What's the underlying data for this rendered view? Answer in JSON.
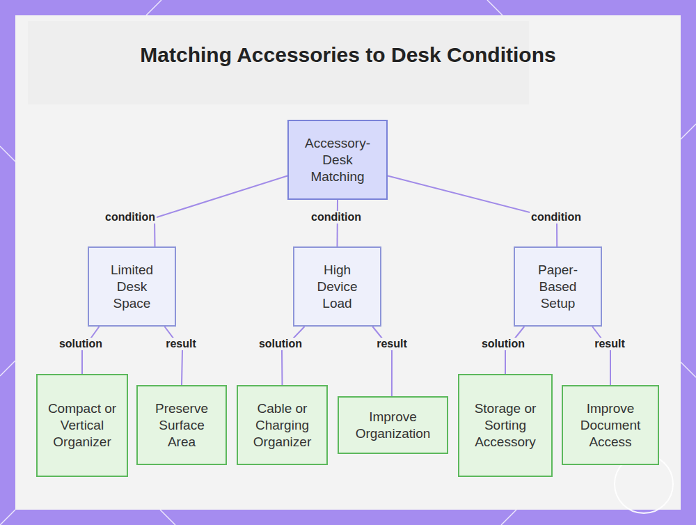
{
  "diagram": {
    "title": "Matching Accessories to Desk Conditions",
    "nodes": [
      {
        "text": [
          "Accessory-Desk Matching"
        ]
      },
      {
        "text": [
          "Limited Desk Space"
        ]
      },
      {
        "text": [
          "High Device Load"
        ]
      },
      {
        "text": [
          "Paper-Based Setup"
        ]
      },
      {
        "text": [
          "Compact or Vertical Organizer"
        ]
      },
      {
        "text": [
          "Preserve Surface Area"
        ]
      },
      {
        "text": [
          "Cable or Charging Organizer"
        ]
      },
      {
        "text": [
          "Improve Organization"
        ]
      },
      {
        "text": [
          "Storage or Sorting Accessory"
        ]
      },
      {
        "text": [
          "Improve Document Access"
        ]
      }
    ],
    "edges": [
      {
        "from": 0,
        "to": 1,
        "label": "condition",
        "arrow": "none"
      },
      {
        "from": 0,
        "to": 2,
        "label": "condition",
        "arrow": "none"
      },
      {
        "from": 0,
        "to": 3,
        "label": "condition",
        "arrow": "none"
      },
      {
        "from": 1,
        "to": 4,
        "label": "solution",
        "arrow": "none"
      },
      {
        "from": 1,
        "to": 5,
        "label": "result",
        "arrow": "none"
      },
      {
        "from": 2,
        "to": 6,
        "label": "solution",
        "arrow": "none"
      },
      {
        "from": 2,
        "to": 7,
        "label": "result",
        "arrow": "none"
      },
      {
        "from": 3,
        "to": 8,
        "label": "solution",
        "arrow": "none"
      },
      {
        "from": 3,
        "to": 9,
        "label": "result",
        "arrow": "none"
      }
    ]
  }
}
